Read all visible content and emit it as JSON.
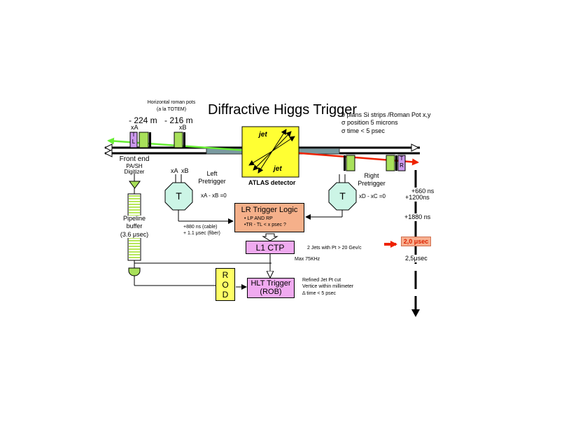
{
  "title": "Diffractive Higgs Trigger",
  "roman_pots_note": {
    "line1": "Horizontal roman pots",
    "line2": "(a la TOTEM)"
  },
  "stations": {
    "left_far": {
      "distance": "- 224 m",
      "label": "xA"
    },
    "left_near": {
      "distance": "- 216 m",
      "label": "xB"
    }
  },
  "pot_tags": {
    "left": [
      "T",
      "L"
    ],
    "right": [
      "T",
      "R"
    ]
  },
  "detector_specs": [
    "9 plans Si strips /Roman Pot x,y",
    "σ position  5 microns",
    "σ time  < 5 psec"
  ],
  "atlas": {
    "label": "ATLAS detector",
    "jet_top": "jet",
    "jet_bottom": "jet"
  },
  "front_end": {
    "line1": "Front end",
    "line2": "PA/SH",
    "line3": "Digitizer"
  },
  "left_pretrigger": {
    "xa": "xA",
    "xb": "xB",
    "label1": "Left",
    "label2": "Pretrigger",
    "node": "T",
    "condition": "xA - xB =0"
  },
  "right_pretrigger": {
    "label1": "Right",
    "label2": "Pretrigger",
    "node": "T",
    "condition": "xD - xC =0"
  },
  "pipeline": {
    "line1": "Pipeline",
    "line2": "buffer",
    "line3": "(3.6 μsec)"
  },
  "lr_logic": {
    "title": "LR Trigger Logic",
    "line1": "• LP AND  RP",
    "line2": "•TR - TL <  x  psec ?"
  },
  "cable_delay": {
    "line1": "+880 ns (cable)",
    "line2": "+ 1.1 μsec (fiber)"
  },
  "l1ctp": {
    "label": "L1 CTP",
    "note": "2 Jets with Pt > 20 Gev/c",
    "rate": "Max 75KHz"
  },
  "rod": {
    "letters": [
      "R",
      "O",
      "D"
    ]
  },
  "hlt": {
    "line1": "HLT Trigger",
    "line2": "(ROB)",
    "cuts": [
      "Refined Jet Pt cut",
      "Vertice within millimeter",
      "Δ time < 5 psec"
    ]
  },
  "timeline": {
    "t1": "+660 ns",
    "t2": "+1200ns",
    "t3": "+1880 ns",
    "highlight": "2,0 μsec",
    "t5": "2,5μsec"
  },
  "colors": {
    "pot_green": "#a8e05a",
    "detector_yellow": "#ffff33",
    "hexagon_cyan": "#ccf5e6",
    "logic_salmon": "#f5b08a",
    "ctp_pink": "#f0aaf0",
    "rod_yellow": "#ffff66",
    "proton_green": "#66ee33",
    "proton_red": "#ee2200",
    "highlight_fill": "#f8b090",
    "highlight_text": "#dd2200",
    "pipeline_stripe": "#b8e85a",
    "tag_purple": "#cc99ee"
  }
}
